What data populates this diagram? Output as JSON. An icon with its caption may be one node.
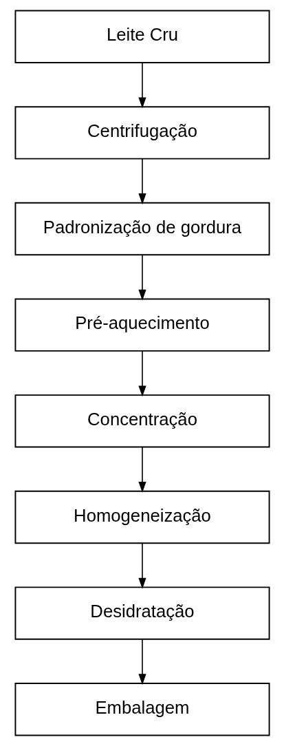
{
  "diagram": {
    "nodes": [
      {
        "text": [
          "Leite Cru"
        ]
      },
      {
        "text": [
          "Centrifugação"
        ]
      },
      {
        "text": [
          "Padronização de gordura"
        ]
      },
      {
        "text": [
          "Pré-aquecimento"
        ]
      },
      {
        "text": [
          "Concentração"
        ]
      },
      {
        "text": [
          "Homogeneização"
        ]
      },
      {
        "text": [
          "Desidratação"
        ]
      },
      {
        "text": [
          "Embalagem"
        ]
      }
    ],
    "edges": [
      {
        "from": 0,
        "to": 1,
        "arrow": "to"
      },
      {
        "from": 1,
        "to": 2,
        "arrow": "to"
      },
      {
        "from": 2,
        "to": 3,
        "arrow": "to"
      },
      {
        "from": 3,
        "to": 4,
        "arrow": "to"
      },
      {
        "from": 4,
        "to": 5,
        "arrow": "to"
      },
      {
        "from": 5,
        "to": 6,
        "arrow": "to"
      },
      {
        "from": 6,
        "to": 7,
        "arrow": "to"
      }
    ]
  }
}
